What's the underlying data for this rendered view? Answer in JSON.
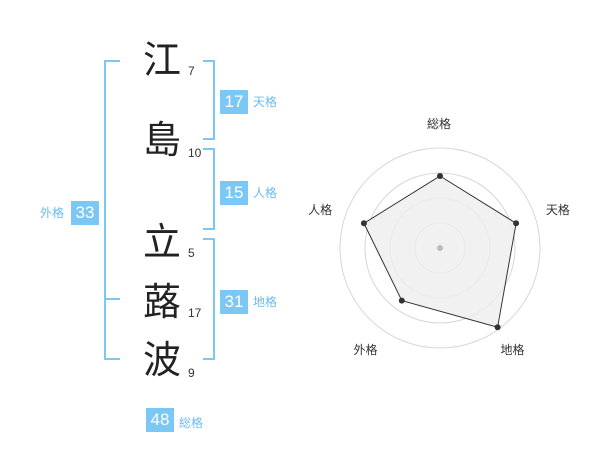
{
  "name": {
    "chars": [
      {
        "char": "江",
        "strokes": "7"
      },
      {
        "char": "島",
        "strokes": "10"
      },
      {
        "char": "立",
        "strokes": "5"
      },
      {
        "char": "蕗",
        "strokes": "17"
      },
      {
        "char": "波",
        "strokes": "9"
      }
    ]
  },
  "fortune": {
    "tenkaku": {
      "value": "17",
      "label": "天格"
    },
    "jinkaku": {
      "value": "15",
      "label": "人格"
    },
    "chikaku": {
      "value": "31",
      "label": "地格"
    },
    "gaikaku": {
      "value": "33",
      "label": "外格"
    },
    "soukaku": {
      "value": "48",
      "label": "総格"
    }
  },
  "radar": {
    "axes": [
      "総格",
      "天格",
      "地格",
      "外格",
      "人格"
    ],
    "values": [
      0.72,
      0.8,
      0.98,
      0.65,
      0.8
    ],
    "max": 1,
    "rings": 4,
    "colors": {
      "line": "#333333",
      "fill": "#eeeeee",
      "ring": "#d7d7d7",
      "center": "#bbbbbb"
    }
  }
}
